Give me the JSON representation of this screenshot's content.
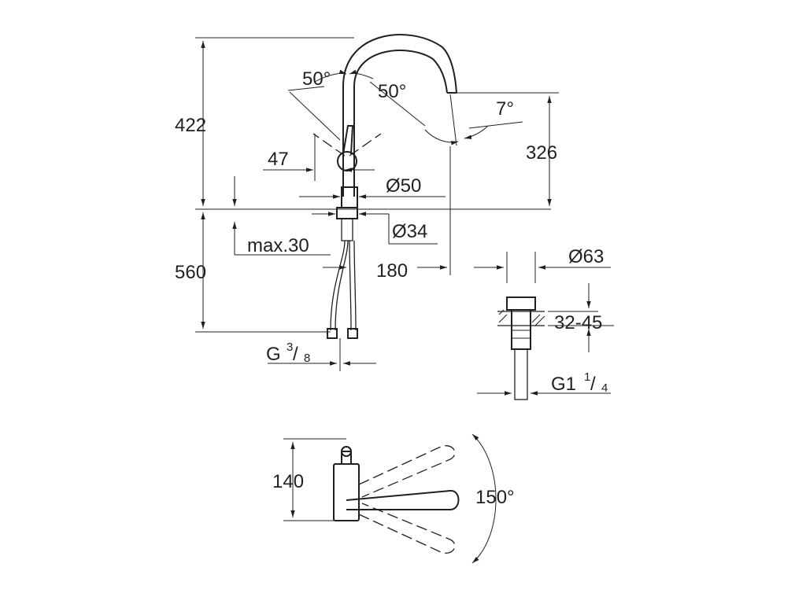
{
  "dimensions": {
    "height_total": "422",
    "height_spout": "326",
    "angle_lever_left": "50°",
    "angle_lever_right": "50°",
    "angle_spout_tilt": "7°",
    "offset_lever": "47",
    "dia_body": "Ø50",
    "dia_base": "Ø34",
    "max_thickness": "max.30",
    "reach": "180",
    "hose_length": "560",
    "hose_thread_g": "G",
    "hose_thread_num": "3",
    "hose_thread_den": "8",
    "waste_dia": "Ø63",
    "waste_range": "32-45",
    "waste_thread_g": "G1",
    "waste_thread_num": "1",
    "waste_thread_den": "4",
    "plan_depth": "140",
    "swivel_angle": "150°"
  }
}
